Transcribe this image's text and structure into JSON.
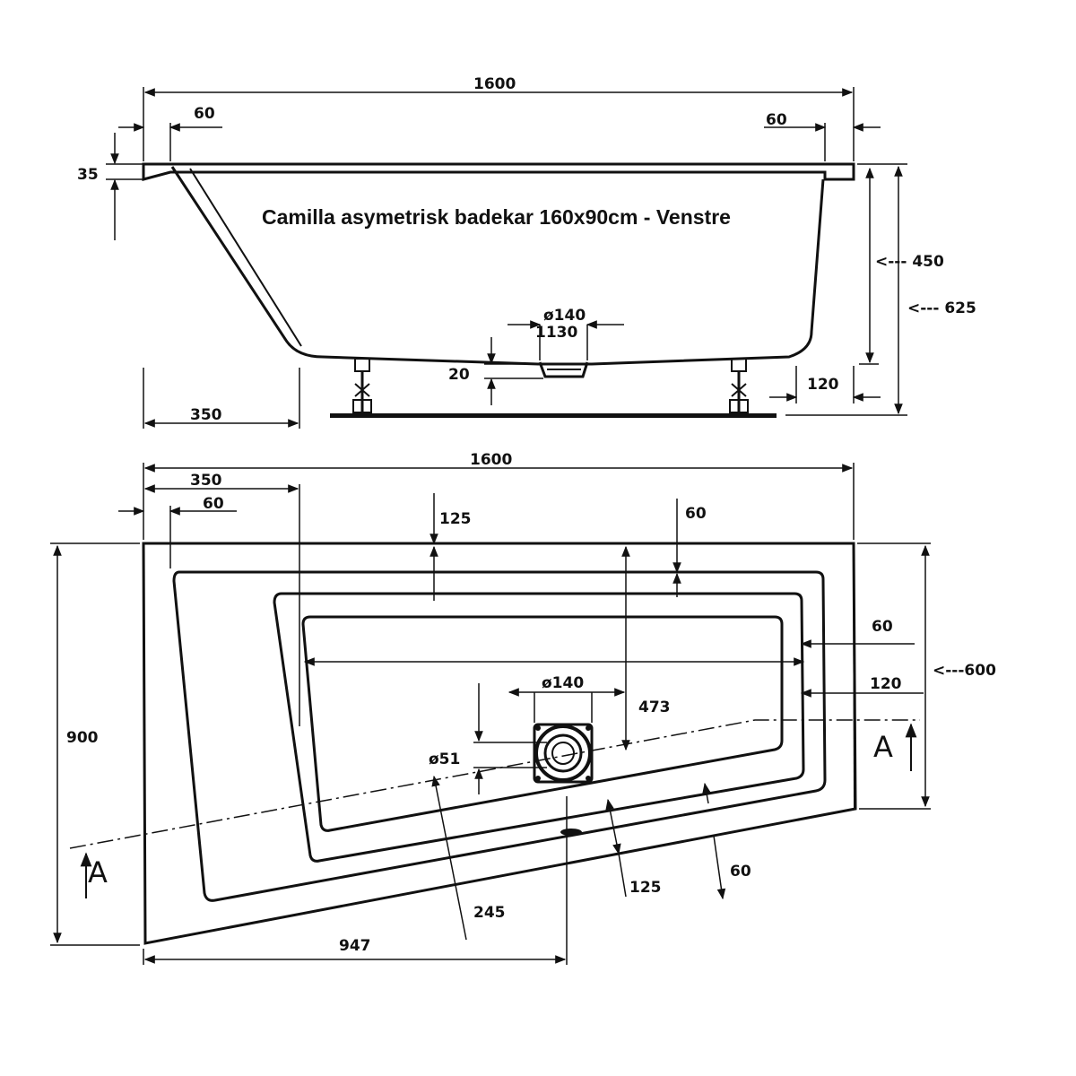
{
  "title": "Camilla asymetrisk badekar 160x90cm - Venstre",
  "side_view": {
    "length": "1600",
    "rim_left": "60",
    "rim_right": "60",
    "rim_thickness": "35",
    "inner_height": "<--- 450",
    "total_height": "<--- 625",
    "drain_diameter": "ø140",
    "drain_position": "1130",
    "drain_drop": "20",
    "leg_offset_left": "350",
    "leg_offset_right": "120"
  },
  "top_view": {
    "length": "1600",
    "offset_350": "350",
    "rim_left": "60",
    "rim_top_125": "125",
    "rim_top_60": "60",
    "rim_right_60": "60",
    "rim_right_120": "120",
    "width_right": "<---600",
    "width_left": "900",
    "drain_diameter": "ø140",
    "drain_depth": "473",
    "overflow_diameter": "ø51",
    "bottom_245": "245",
    "bottom_125": "125",
    "bottom_60": "60",
    "drain_from_left": "947",
    "section_left": "A",
    "section_right": "A"
  }
}
